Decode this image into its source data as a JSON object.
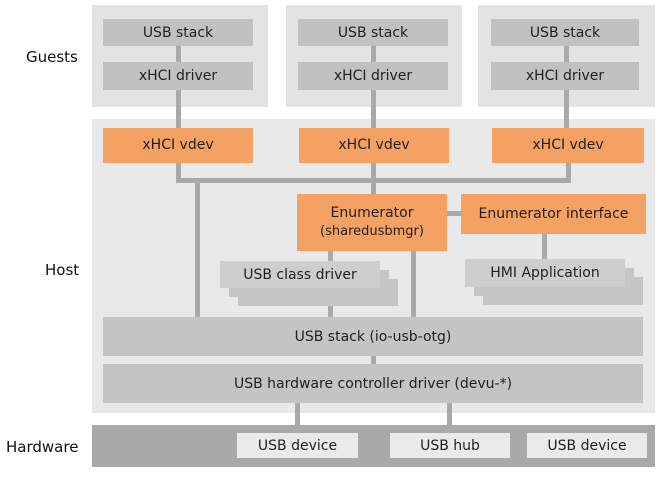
{
  "layers": {
    "guests_label": "Guests",
    "host_label": "Host",
    "hardware_label": "Hardware"
  },
  "guests": [
    {
      "usb_stack": "USB stack",
      "xhci_driver": "xHCI driver"
    },
    {
      "usb_stack": "USB stack",
      "xhci_driver": "xHCI driver"
    },
    {
      "usb_stack": "USB stack",
      "xhci_driver": "xHCI driver"
    }
  ],
  "host": {
    "vdevs": [
      "xHCI vdev",
      "xHCI vdev",
      "xHCI vdev"
    ],
    "enumerator": {
      "line1": "Enumerator",
      "line2": "(sharedusbmgr)"
    },
    "enumerator_interface": "Enumerator interface",
    "usb_class_driver": "USB class driver",
    "hmi_application": "HMI Application",
    "usb_stack_bar": "USB stack (io-usb-otg)",
    "usb_hw_controller_bar": "USB hardware controller driver (devu-*)"
  },
  "hardware": {
    "usb_device_1": "USB device",
    "usb_hub": "USB hub",
    "usb_device_2": "USB device"
  },
  "colors": {
    "accent_orange": "#f4a263",
    "guest_panel": "#e3e3e3",
    "host_panel": "#e9e9e9",
    "gray_box": "#c1c1c1",
    "bar_gray": "#c4c4c4",
    "stack_front": "#cecece",
    "stack_shadow": "#c5c5c5",
    "hardware_band": "#a9a9a9",
    "hardware_box": "#eaeaea",
    "connector": "#a9a9a9",
    "text": "#1f1f1f"
  }
}
